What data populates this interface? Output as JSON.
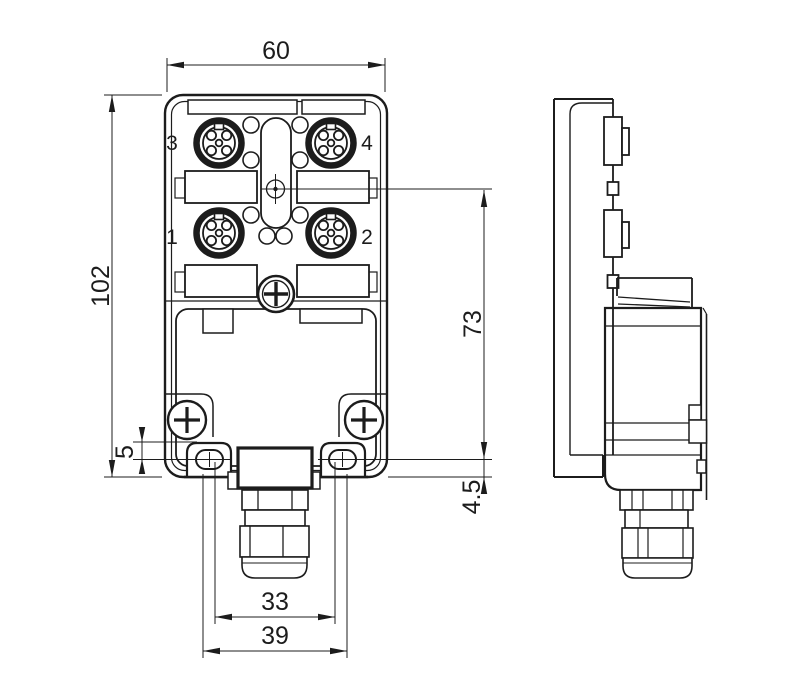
{
  "drawing_type": "technical dimension drawing, M12 distribution box, front and side views",
  "colors": {
    "line": "#1c1c1c",
    "background": "#ffffff"
  },
  "dimensions": {
    "overall_width": "60",
    "overall_height": "102",
    "port_axis_to_mount_center": "73",
    "mount_slot": "5",
    "mount_center_to_base": "4.5",
    "mount_hole_spacing_inner": "33",
    "mount_hole_spacing_outer": "39"
  },
  "connector_labels": {
    "port1": "1",
    "port2": "2",
    "port3": "3",
    "port4": "4"
  }
}
